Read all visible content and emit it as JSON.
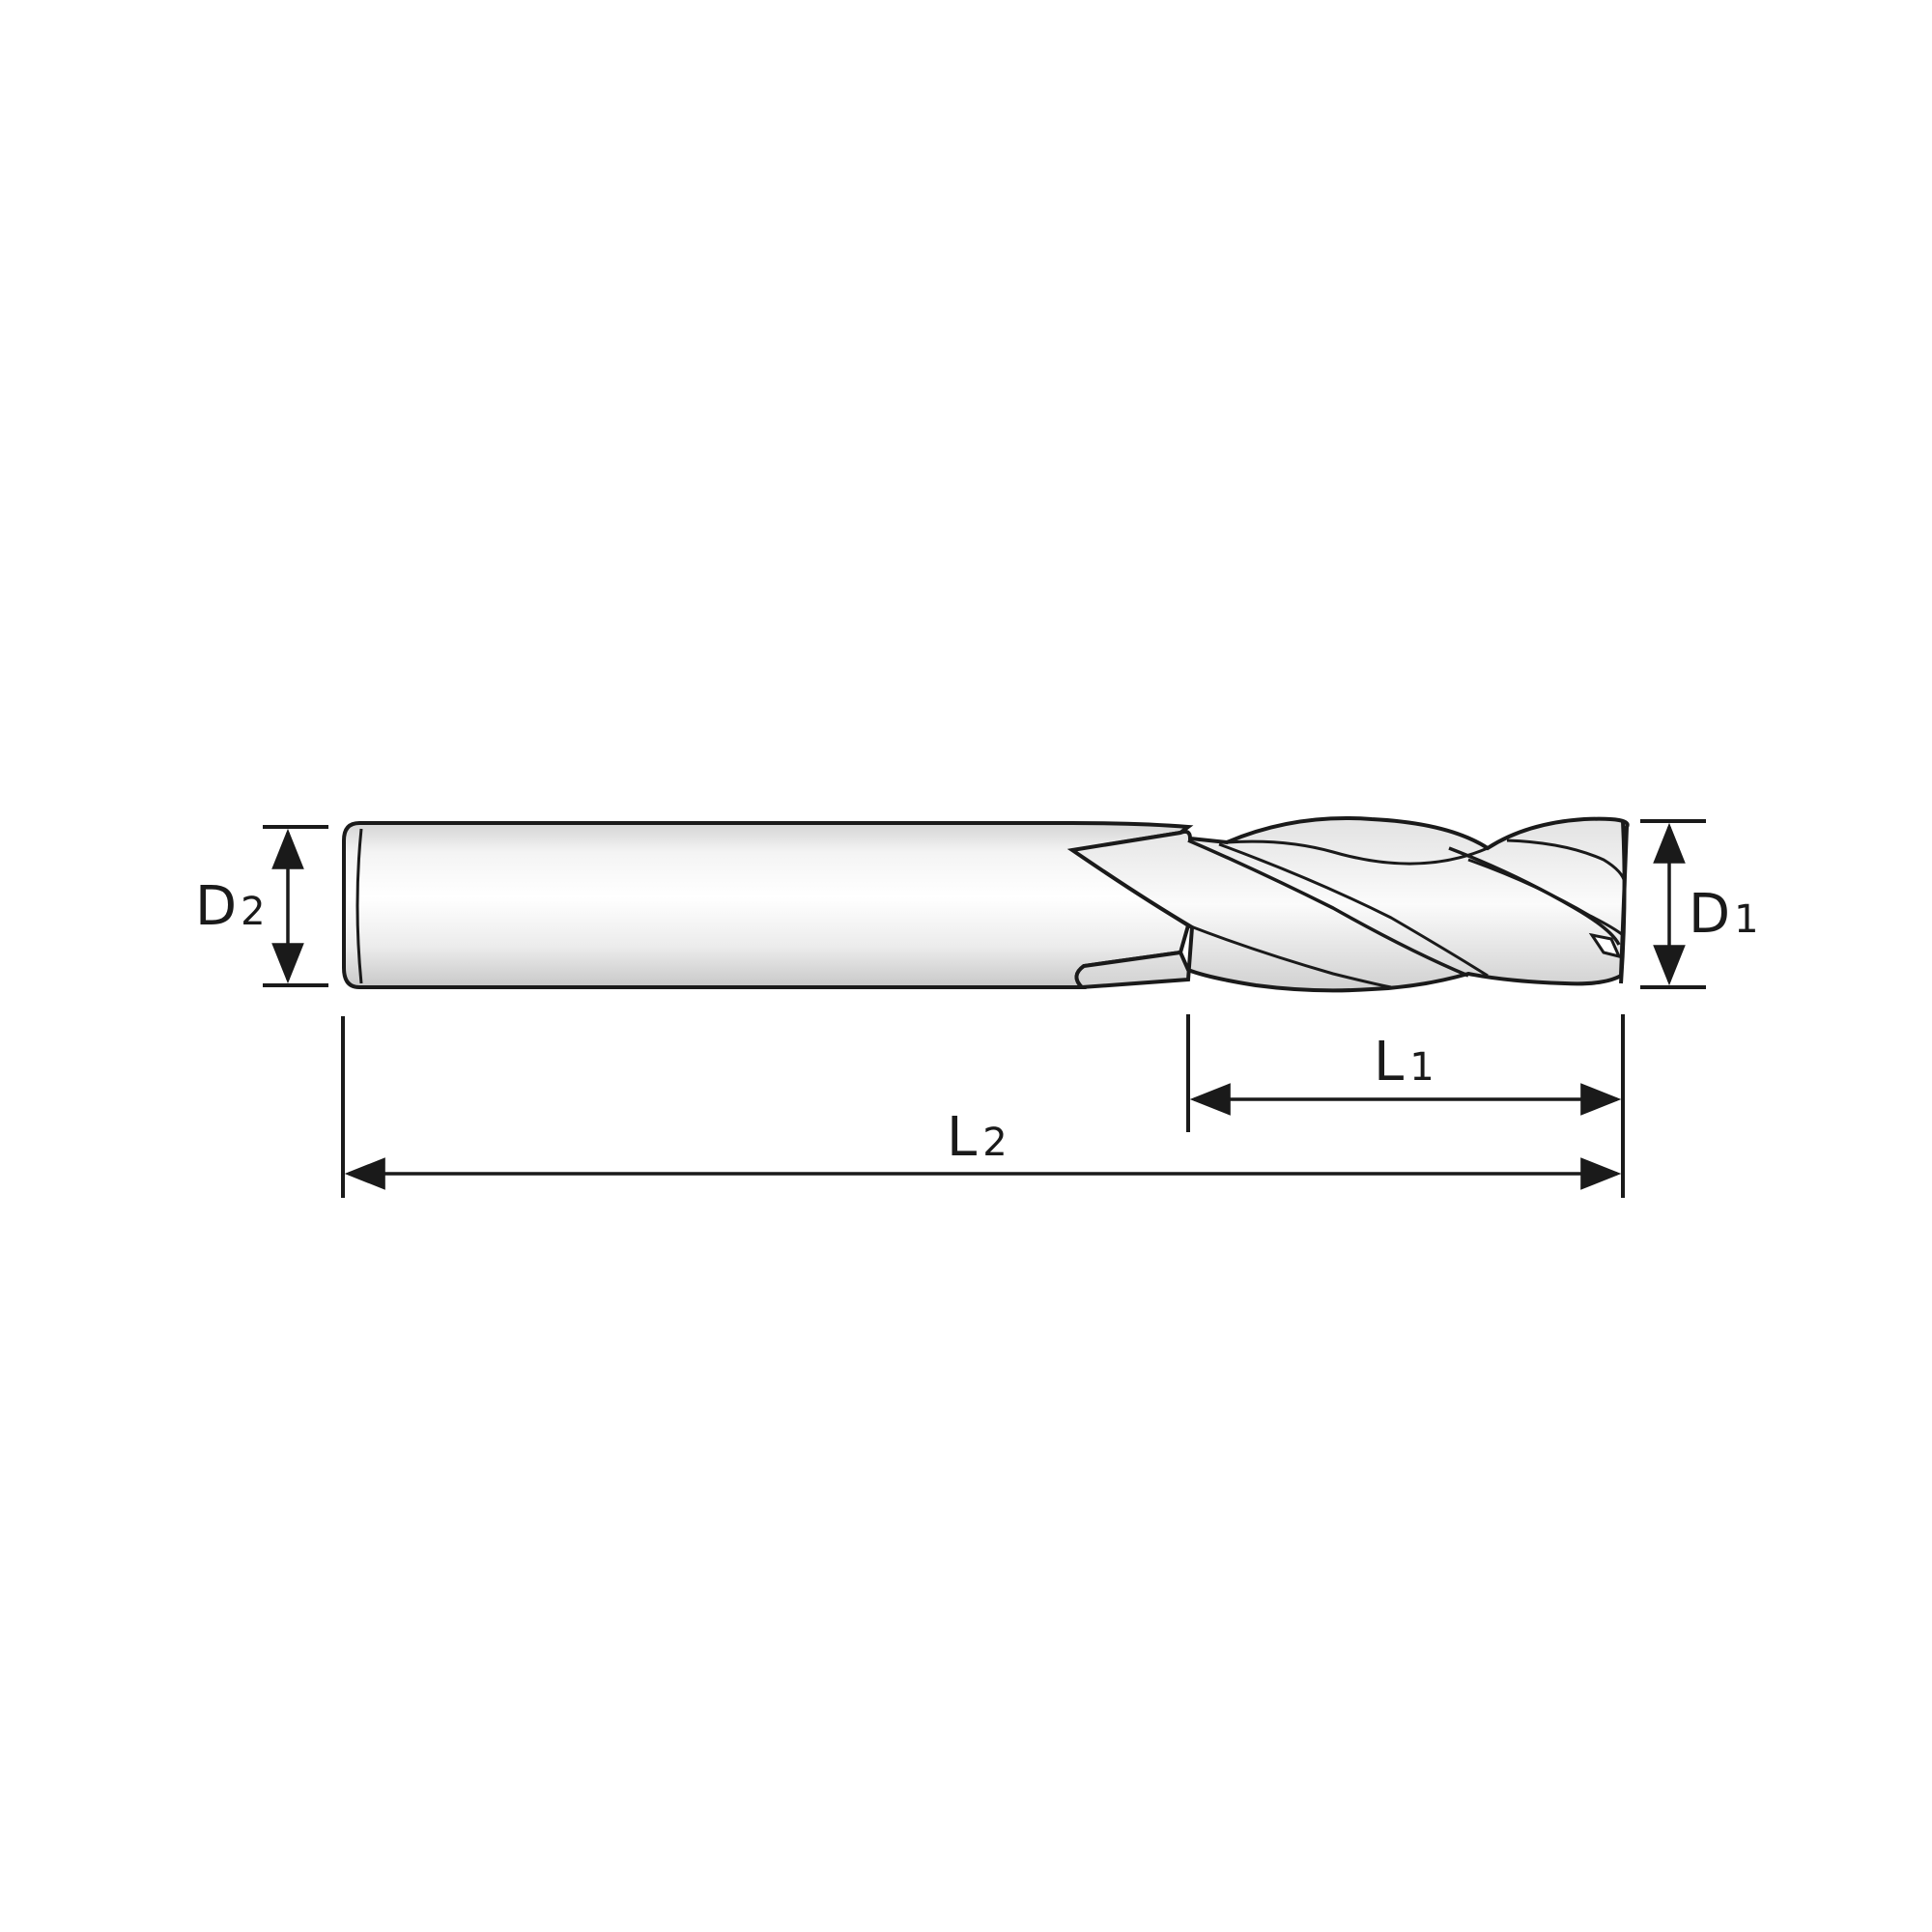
{
  "diagram": {
    "subject": "end-mill",
    "colors": {
      "stroke": "#1a1a1a",
      "background": "#ffffff",
      "body_light": "#f7f7f7",
      "body_mid": "#dedede",
      "body_dark": "#bdbdbd"
    },
    "dimensions": {
      "d2": {
        "letter": "D",
        "index": "2"
      },
      "d1": {
        "letter": "D",
        "index": "1"
      },
      "l1": {
        "letter": "L",
        "index": "1"
      },
      "l2": {
        "letter": "L",
        "index": "2"
      }
    }
  }
}
